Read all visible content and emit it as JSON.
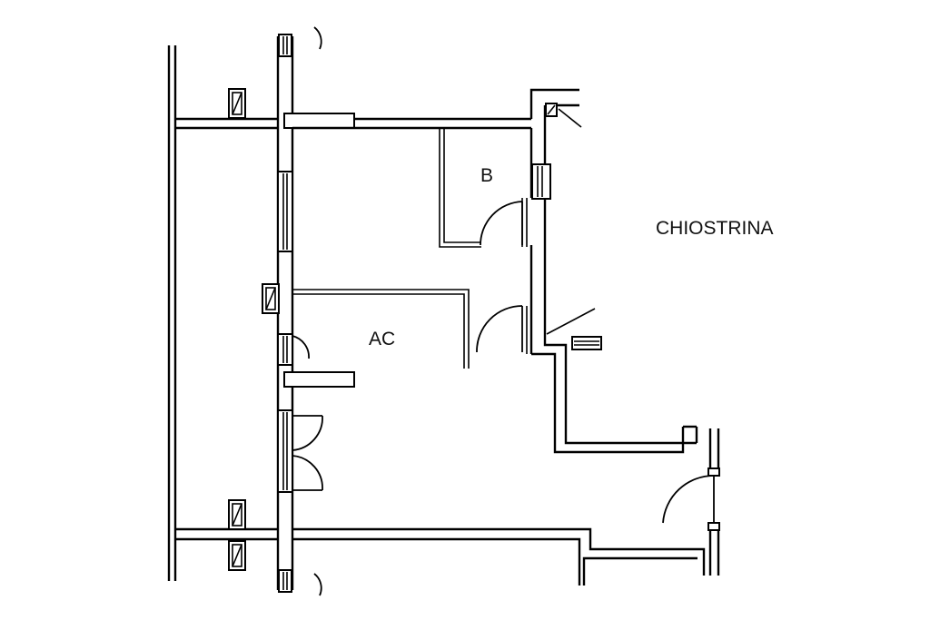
{
  "rooms": {
    "b": "B",
    "ac": "AC",
    "chiostrina": "CHIOSTRINA"
  }
}
